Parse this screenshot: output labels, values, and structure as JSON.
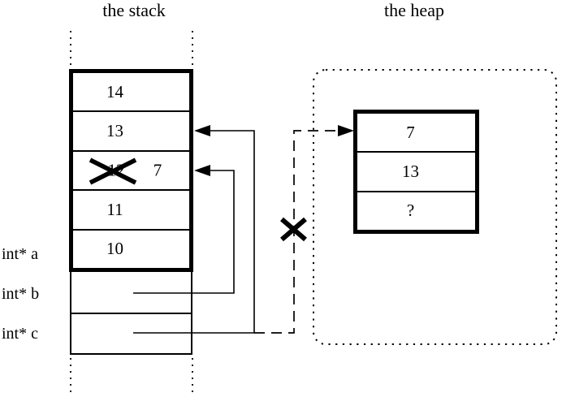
{
  "titles": {
    "stack": "the stack",
    "heap": "the heap"
  },
  "stack": {
    "cells": [
      {
        "value": "14"
      },
      {
        "value": "13"
      },
      {
        "old_value": "12",
        "new_value": "7",
        "crossed_out": true
      },
      {
        "value": "11"
      },
      {
        "value": "10"
      }
    ],
    "pointer_labels": [
      {
        "label": "int* a"
      },
      {
        "label": "int* b"
      },
      {
        "label": "int* c"
      }
    ]
  },
  "heap": {
    "cells": [
      {
        "value": "7"
      },
      {
        "value": "13"
      },
      {
        "value": "?"
      }
    ]
  },
  "pointers": [
    {
      "from": "int* b",
      "to": "stack cell containing 7 (old 12)",
      "style": "solid"
    },
    {
      "from": "int* c",
      "to": "stack cell containing 13",
      "style": "solid"
    },
    {
      "from": "int* c",
      "to": "heap cell containing 7",
      "style": "dashed",
      "crossed_out": true
    }
  ],
  "colors": {
    "ink": "#000000",
    "background": "#ffffff"
  }
}
